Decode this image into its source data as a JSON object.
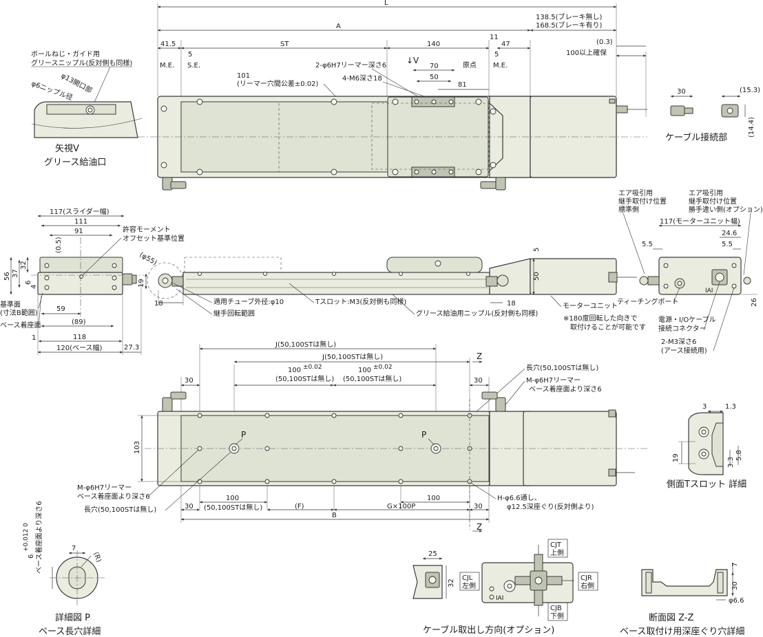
{
  "top_view": {
    "dim_L": "L",
    "dim_A": "A",
    "dim_brake_none": "138.5(ブレーキ無し)",
    "dim_brake_with": "168.5(ブレーキ有り)",
    "dim_03": "(0.3)",
    "dim_100_clear": "100以上確保",
    "dim_41_5": "41.5",
    "dim_5a": "5",
    "dim_ST": "ST",
    "dim_140": "140",
    "dim_11": "11",
    "dim_5b": "5",
    "dim_47": "47",
    "label_ME1": "M.E.",
    "label_SE": "S.E.",
    "label_origin": "原点",
    "label_ME2": "M.E.",
    "label_view_v": "↓V",
    "dim_70": "70",
    "dim_50": "50",
    "dim_81": "81",
    "reamer_holes": "2-φ6H7リーマー深さ6",
    "m6_tap": "4-M6深さ18",
    "dim_101": "101",
    "reamer_tol": "(リーマー穴間公差±0.02)"
  },
  "view_v": {
    "note1": "ボールねじ・ガイド用",
    "note2": "グリースニップル(反対側も同様)",
    "port": "φ13開口部",
    "nipple": "φ6ニップル径",
    "caption1": "矢視V",
    "caption2": "グリース給油口"
  },
  "cable_conn": {
    "dim_30": "30",
    "dim_15_3": "(15.3)",
    "dim_14_4": "(14.4)",
    "caption": "ケーブル接続部"
  },
  "side_view": {
    "slider_width": "117(スライダー幅)",
    "dim_111": "111",
    "dim_91": "91",
    "dim_05": "(0.5)",
    "dim_56": "56",
    "dim_32": "32",
    "dim_37": "37",
    "dim_6": "6",
    "dim_4": "4",
    "ref_plane": "基準面",
    "ref_range": "(寸法B範囲)",
    "mount_plane": "ベース着座面",
    "dim_59": "59",
    "dim_89": "(89)",
    "dim_1": "1",
    "dim_118": "118",
    "base_width": "120(ベース幅)",
    "dim_27_3": "27.3",
    "moment1": "許容モーメント",
    "moment2": "オフセット基準位置",
    "dim_55": "(φ55)",
    "dim_19": "19",
    "dim_18a": "18",
    "tube": "適用チューブ外径:φ10",
    "joint": "継手回転範囲",
    "tslot": "Tスロット:M3(反対側も同様)",
    "grease": "グリース給油用ニップル(反対側も同様)",
    "dim_18b": "18",
    "dim_5": "5",
    "dim_50": "50",
    "motor_unit": "モーターユニット",
    "rot_note1": "※180度回転した向きで",
    "rot_note2": "取付けることが可能です"
  },
  "motor_end": {
    "air1a": "エア吸引用",
    "air1b": "継手取付け位置",
    "air1c": "標準側",
    "air2a": "エア吸引用",
    "air2b": "継手取付け位置",
    "air2c": "勝手違い側(オプション)",
    "motor_width": "117(モーターユニット幅)",
    "dim_24_6": "24.6",
    "dim_5_5a": "5.5",
    "dim_5_5b": "5.5",
    "teaching": "ティーチングポート",
    "power1": "電源・I/Oケーブル",
    "power2": "接続コネクター",
    "m3a": "2-M3深さ6",
    "m3b": "(アース接続用)",
    "dim_26": "26"
  },
  "bottom_view": {
    "dim_J1": "J(50,100STは無し)",
    "dim_J2": "J(50,100STは無し)",
    "dim_30a": "30",
    "dim_30b": "30",
    "dim_100a": "100",
    "tol_a": "±0.02",
    "none_a": "(50,100STは無し)",
    "dim_100b": "100",
    "tol_b": "±0.02",
    "none_b": "(50,100STは無し)",
    "z_label": "Z",
    "slot_note": "長穴(50,100STは無し)",
    "reamer1": "M-φ6H7リーマー",
    "reamer2": "ベース着座面より深さ6",
    "label_P1": "P",
    "label_P2": "P",
    "dim_103": "103",
    "reamer_l1": "M-φ6H7リーマー",
    "reamer_l2": "ベース着座面より深さ6",
    "dim_100c": "100",
    "none_c": "(50,100STは無し)",
    "dim_100d": "100",
    "slot_l": "長穴(50,100STは無し)",
    "dim_30c": "30",
    "dim_F": "(F)",
    "dim_G": "G×100P",
    "dim_30d": "30",
    "dim_B": "B",
    "h_hole1": "H-φ6.6通し、",
    "h_hole2": "φ12.5深座ぐり(反対側より)",
    "z_label2": "Z"
  },
  "tslot_detail": {
    "dim_3": "3",
    "dim_1_3": "1.3",
    "dim_19": "19",
    "dim_3_3": "3.3",
    "dim_5_8": "5.8",
    "caption": "側面Tスロット 詳細"
  },
  "detail_p": {
    "dim_7": "7",
    "dim_R": "(R)",
    "dim_6": "6",
    "tol": "+0.012 0",
    "depth": "ベース着座面より深さ6",
    "caption1": "詳細図 P",
    "caption2": "ベース長穴詳細"
  },
  "cable_dir": {
    "dim_25": "25",
    "dim_32": "32",
    "cjl1": "CJL",
    "cjl2": "左側",
    "cjt1": "CJT",
    "cjt2": "上側",
    "cjr1": "CJR",
    "cjr2": "右側",
    "cjb1": "CJB",
    "cjb2": "下側",
    "caption": "ケーブル取出し方向(オプション)"
  },
  "section_zz": {
    "dim_7": "7",
    "dim_30": "30",
    "dim_66": "φ6.6",
    "caption1": "断面図 Z-Z",
    "caption2": "ベース取付け用深座ぐり穴詳細"
  },
  "colors": {
    "body_fill": "#e9ecdf",
    "line": "#3a3a3a"
  }
}
